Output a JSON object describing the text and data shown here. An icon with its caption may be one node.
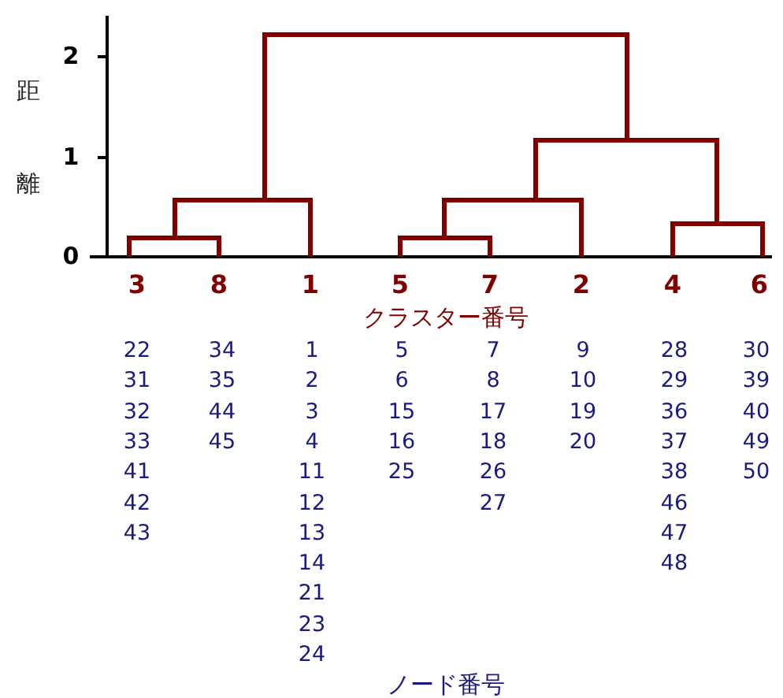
{
  "diagram": {
    "labels": [
      "2",
      "距",
      "1",
      "離",
      "0",
      "3",
      "8",
      "1",
      "5",
      "7",
      "2",
      "4",
      "6",
      "クラスター番号",
      "22",
      "34",
      "1",
      "5",
      "7",
      "9",
      "28",
      "30",
      "31",
      "35",
      "2",
      "6",
      "8",
      "10",
      "29",
      "39",
      "32",
      "44",
      "3",
      "15",
      "17",
      "19",
      "36",
      "40",
      "33",
      "45",
      "4",
      "16",
      "18",
      "20",
      "37",
      "49",
      "41",
      "11",
      "25",
      "26",
      "38",
      "50",
      "42",
      "12",
      "27",
      "46",
      "43",
      "13",
      "47",
      "14",
      "48",
      "21",
      "23",
      "24",
      "ノード番号"
    ]
  }
}
